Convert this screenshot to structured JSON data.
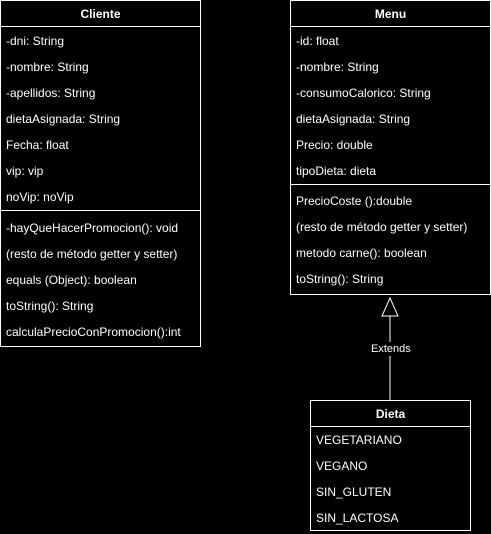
{
  "classes": {
    "cliente": {
      "name": "Cliente",
      "attributes": [
        "-dni: String",
        "-nombre: String",
        "-apellidos: String",
        "dietaAsignada: String",
        "Fecha: float",
        "vip: vip",
        "noVip: noVip"
      ],
      "operations": [
        "-hayQueHacerPromocion(): void",
        "(resto de método getter y setter)",
        "equals (Object): boolean",
        "toString(): String",
        "calculaPrecioConPromocion():int"
      ]
    },
    "menu": {
      "name": "Menu",
      "attributes": [
        "-id: float",
        "-nombre: String",
        "-consumoCalorico: String",
        "dietaAsignada: String",
        "Precio: double",
        "tipoDieta: dieta"
      ],
      "operations": [
        "PrecioCoste ():double",
        "(resto de método getter y setter)",
        "metodo carne(): boolean",
        "toString(): String"
      ]
    },
    "dieta": {
      "name": "Dieta",
      "literals": [
        "VEGETARIANO",
        "VEGANO",
        "SIN_GLUTEN",
        "SIN_LACTOSA"
      ]
    }
  },
  "relations": {
    "extends": {
      "label": "Extends",
      "from": "Dieta",
      "to": "Menu"
    }
  },
  "colors": {
    "background": "#000000",
    "stroke": "#ffffff",
    "text": "#ffffff"
  }
}
